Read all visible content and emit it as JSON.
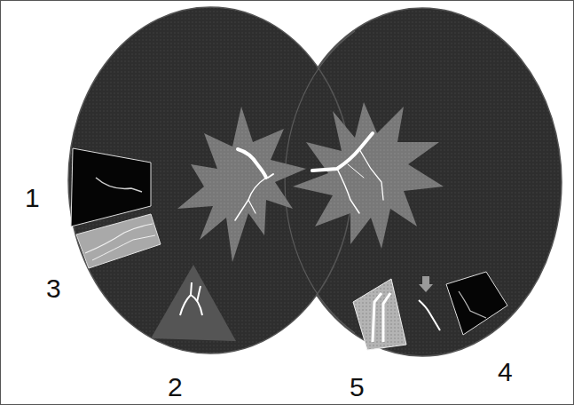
{
  "diagram": {
    "labels": [
      "1",
      "3",
      "2",
      "5",
      "4"
    ]
  }
}
